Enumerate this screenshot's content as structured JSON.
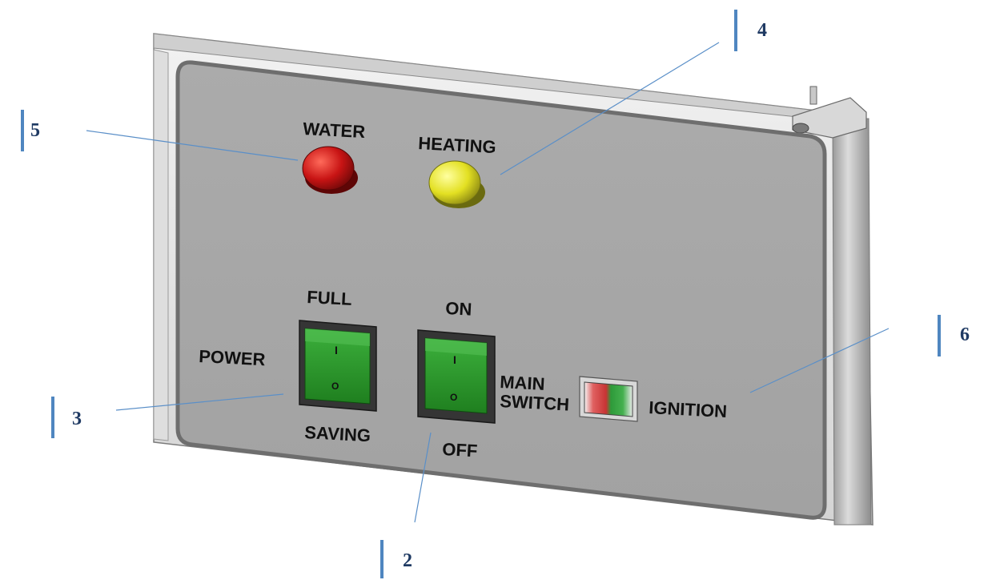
{
  "panel": {
    "indicators": [
      {
        "label": "WATER",
        "color": "#c81414",
        "highlight": "#ff5a50",
        "shade": "#7a0a0a"
      },
      {
        "label": "HEATING",
        "color": "#e3e022",
        "highlight": "#ffff90",
        "shade": "#8f8c10"
      }
    ],
    "power_switch": {
      "label": "POWER",
      "top_label": "FULL",
      "bottom_label": "SAVING",
      "mark_on": "I",
      "mark_off": "O"
    },
    "main_switch": {
      "label_line1": "MAIN",
      "label_line2": "SWITCH",
      "top_label": "ON",
      "bottom_label": "OFF",
      "mark_on": "I",
      "mark_off": "O"
    },
    "ignition": {
      "label": "IGNITION"
    }
  },
  "callouts": [
    "2",
    "3",
    "4",
    "5",
    "6"
  ],
  "colors": {
    "panel_face": "#a9a9a9",
    "frame": "#e8e8e8",
    "switch_green": "#2c9a2c",
    "callout_number": "#1f3a63",
    "callout_line": "#5a8fc8"
  }
}
